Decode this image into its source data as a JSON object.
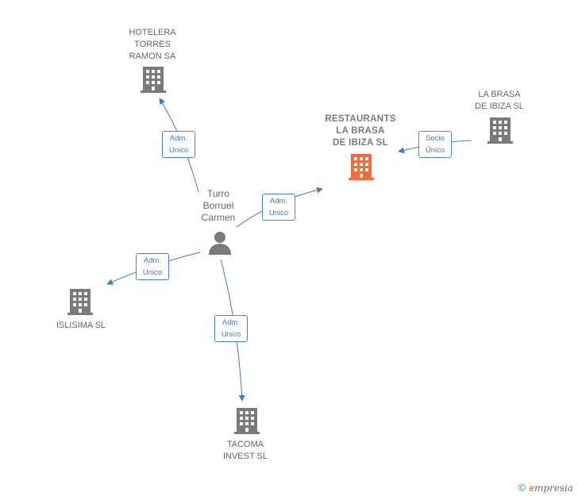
{
  "nodes": {
    "hotelera": "HOTELERA\nTORRES\nRAMON SA",
    "restaurants": "RESTAURANTS\nLA BRASA\nDE IBIZA  SL",
    "labrasa": "LA BRASA\nDE IBIZA  SL",
    "person": "Turro\nBorruel\nCarmen",
    "islisima": "ISLISIMA  SL",
    "tacoma": "TACOMA\nINVEST SL"
  },
  "relations": {
    "r_hotelera": "Adm.\nUnico",
    "r_restaurants": "Adm.\nUnico",
    "r_socio": "Socio\nÚnico",
    "r_islisima": "Adm.\nUnico",
    "r_tacoma": "Adm.\nUnico"
  },
  "colors": {
    "edge": "#3f7cc9",
    "building": "#7a7a7a",
    "main_building": "#f26b3a",
    "person": "#7a7a7a"
  },
  "footer": {
    "copyright": "©",
    "brand_initial": "e",
    "brand_rest": "mpresia"
  }
}
